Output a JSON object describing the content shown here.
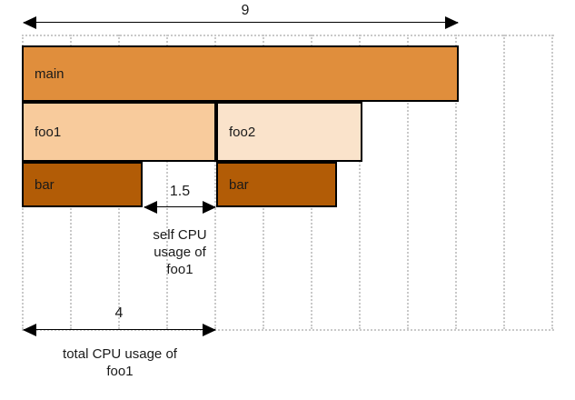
{
  "chart_data": {
    "type": "bar",
    "title": "",
    "subtitle": "",
    "xlabel": "",
    "ylabel": "",
    "description": "Flame graph showing CPU usage breakdown of a call stack",
    "x_unit_gridline_spacing": 1,
    "xlim": [
      0,
      11
    ],
    "grid": true,
    "legend_position": "none",
    "frames": [
      {
        "name": "main",
        "depth": 0,
        "start": 0,
        "width": 9,
        "color": "#E08E3C"
      },
      {
        "name": "foo1",
        "depth": 1,
        "start": 0,
        "width": 4,
        "color": "#F8CB9C"
      },
      {
        "name": "foo2",
        "depth": 1,
        "start": 4,
        "width": 3,
        "color": "#FAE3CB"
      },
      {
        "name": "bar",
        "depth": 2,
        "start": 0,
        "width": 2.5,
        "color": "#B25C06"
      },
      {
        "name": "bar",
        "depth": 2,
        "start": 4,
        "width": 2.5,
        "color": "#B25C06"
      }
    ],
    "annotations": [
      {
        "id": "total-main",
        "value": "9",
        "from": 0,
        "to": 9,
        "label": ""
      },
      {
        "id": "self-cpu-foo1",
        "value": "1.5",
        "from": 2.5,
        "to": 4,
        "label": "self CPU\nusage of\nfoo1"
      },
      {
        "id": "total-cpu-foo1",
        "value": "4",
        "from": 0,
        "to": 4,
        "label": "total CPU usage of\nfoo1"
      }
    ]
  },
  "bars": {
    "main": {
      "label": "main"
    },
    "foo1": {
      "label": "foo1"
    },
    "foo2": {
      "label": "foo2"
    },
    "bar_left": {
      "label": "bar"
    },
    "bar_right": {
      "label": "bar"
    }
  },
  "annotations": {
    "total_main": {
      "value": "9"
    },
    "self_cpu": {
      "value": "1.5",
      "line1": "self CPU",
      "line2": "usage of",
      "line3": "foo1"
    },
    "total_cpu": {
      "value": "4",
      "line1": "total CPU usage of",
      "line2": "foo1"
    }
  },
  "colors": {
    "main": "#E08E3C",
    "foo1": "#F8CB9C",
    "foo2": "#FAE3CB",
    "bar": "#B25C06",
    "outline": "#000000",
    "grid": "#c9c9c9",
    "background": "#ffffff"
  }
}
